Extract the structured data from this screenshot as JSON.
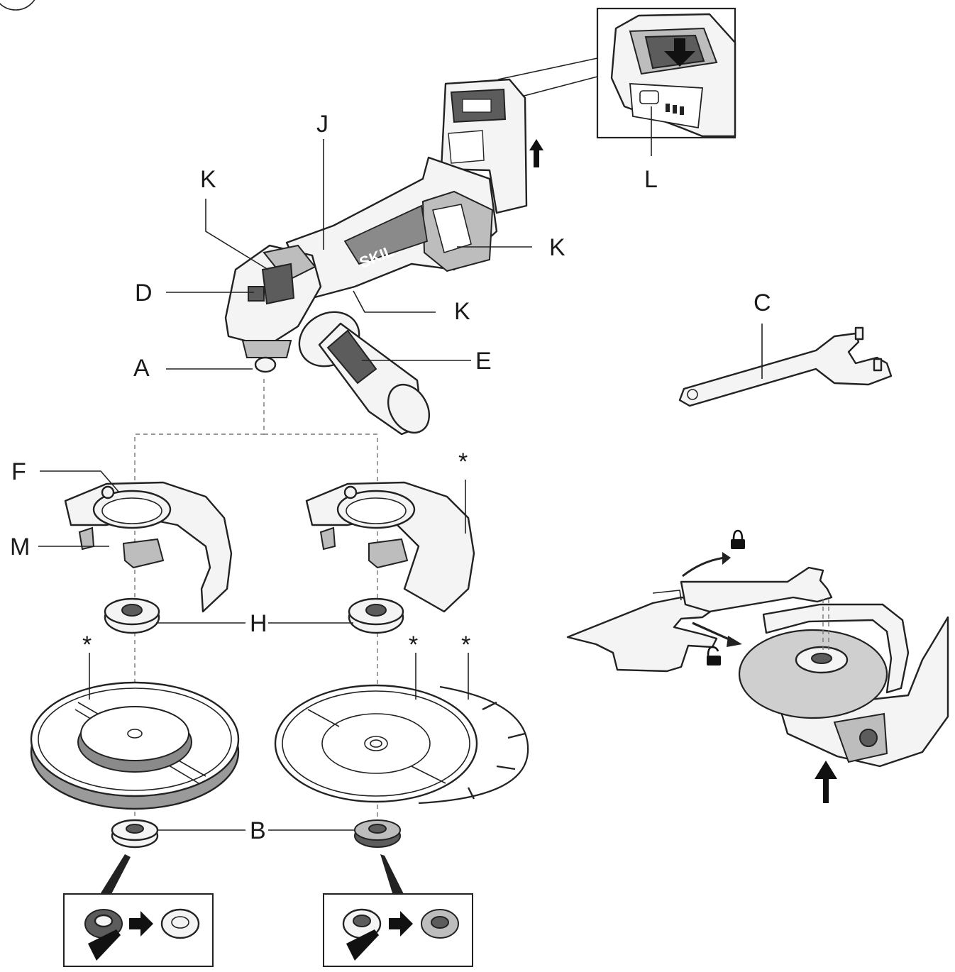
{
  "figure": {
    "labels": {
      "A": "A",
      "B": "B",
      "C": "C",
      "D": "D",
      "E": "E",
      "F": "F",
      "H": "H",
      "J": "J",
      "K": "K",
      "L": "L",
      "M": "M"
    },
    "asterisk": "*"
  },
  "colors": {
    "line": "#222222",
    "grey_fill": "#cfcfcf",
    "dark_fill": "#5c5c5c",
    "background": "#ffffff"
  },
  "icons": [
    "lock-closed-icon",
    "lock-open-icon",
    "arrow-right-icon",
    "arrow-up-icon",
    "arrow-down-icon"
  ]
}
